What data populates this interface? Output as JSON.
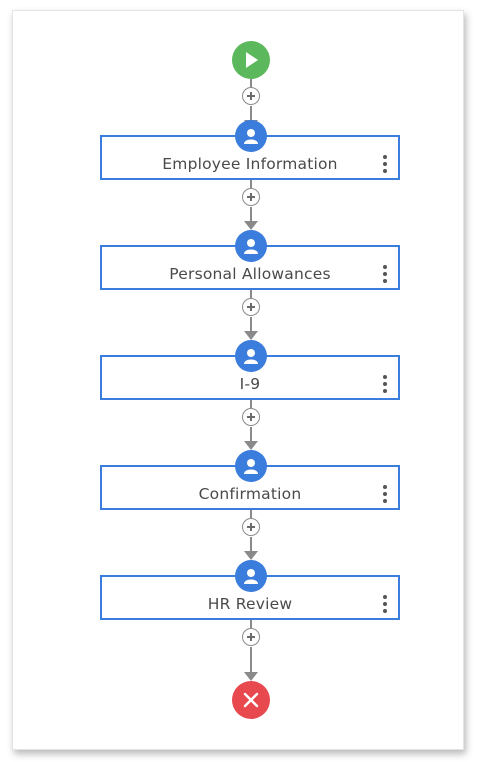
{
  "colors": {
    "start": "#5cb85c",
    "end": "#e8494f",
    "step_border": "#3b7ddd",
    "avatar": "#3b7ddd",
    "connector": "#8a8a8a",
    "label": "#4a4a4a"
  },
  "workflow": {
    "start_icon": "play-icon",
    "end_icon": "close-icon",
    "add_icon": "plus-icon",
    "step_icon": "user-icon",
    "menu_icon": "more-vertical-icon",
    "steps": [
      {
        "label": "Employee Information"
      },
      {
        "label": "Personal Allowances"
      },
      {
        "label": "I-9"
      },
      {
        "label": "Confirmation"
      },
      {
        "label": "HR Review"
      }
    ]
  }
}
